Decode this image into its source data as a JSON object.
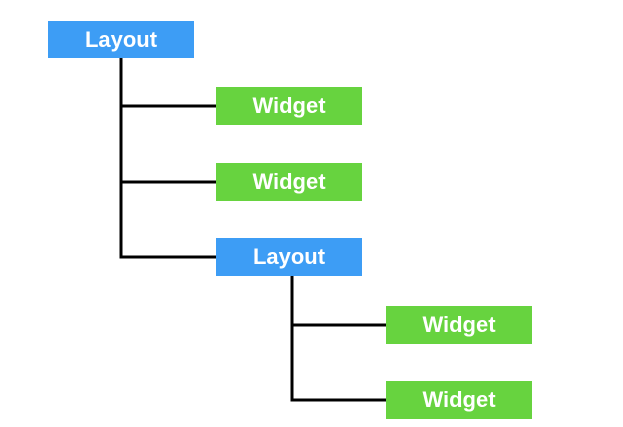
{
  "diagram": {
    "colors": {
      "layout": "#3d9df5",
      "widget": "#67d33f",
      "connector": "#000000"
    },
    "nodes": [
      {
        "id": "root",
        "type": "layout",
        "label": "Layout",
        "parent": null
      },
      {
        "id": "w1",
        "type": "widget",
        "label": "Widget",
        "parent": "root"
      },
      {
        "id": "w2",
        "type": "widget",
        "label": "Widget",
        "parent": "root"
      },
      {
        "id": "l2",
        "type": "layout",
        "label": "Layout",
        "parent": "root"
      },
      {
        "id": "w3",
        "type": "widget",
        "label": "Widget",
        "parent": "l2"
      },
      {
        "id": "w4",
        "type": "widget",
        "label": "Widget",
        "parent": "l2"
      }
    ]
  }
}
